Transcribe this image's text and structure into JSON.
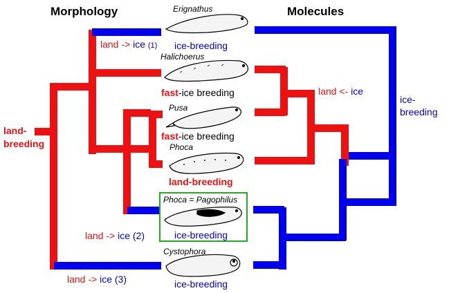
{
  "headers": {
    "left": "Morphology",
    "right": "Molecules"
  },
  "colors": {
    "land": "#ee1111",
    "ice": "#0000ee",
    "highlight_box": "#22aa22",
    "text": "#000000"
  },
  "taxa": [
    {
      "genus": "Erignathus",
      "trait_a": "ice-breeding",
      "trait_b": ""
    },
    {
      "genus": "Halichoerus",
      "trait_a": "fast",
      "trait_b": "-ice breeding"
    },
    {
      "genus": "Pusa",
      "trait_a": "fast",
      "trait_b": "-ice breeding"
    },
    {
      "genus": "Phoca",
      "trait_a": "land-breeding",
      "trait_b": ""
    },
    {
      "genus": "Phoca = Pagophilus",
      "trait_a": "ice-breeding",
      "trait_b": ""
    },
    {
      "genus": "Cystophora",
      "trait_a": "ice-breeding",
      "trait_b": ""
    }
  ],
  "transitions": {
    "t1": {
      "land": "land",
      "arrow": " -> ",
      "ice": "ice",
      "num": "(1)"
    },
    "t2": {
      "land": "land",
      "arrow": " -> ",
      "ice": "ice",
      "num": "(2)"
    },
    "t3": {
      "land": "land",
      "arrow": " -> ",
      "ice": "ice",
      "num": "(3)"
    },
    "molecular": {
      "land": "land",
      "arrow": " <- ",
      "ice": "ice"
    }
  },
  "root_label": {
    "line1": "land-",
    "line2": "breeding"
  },
  "ice_clade_label": {
    "line1": "ice-",
    "line2": "breeding"
  }
}
